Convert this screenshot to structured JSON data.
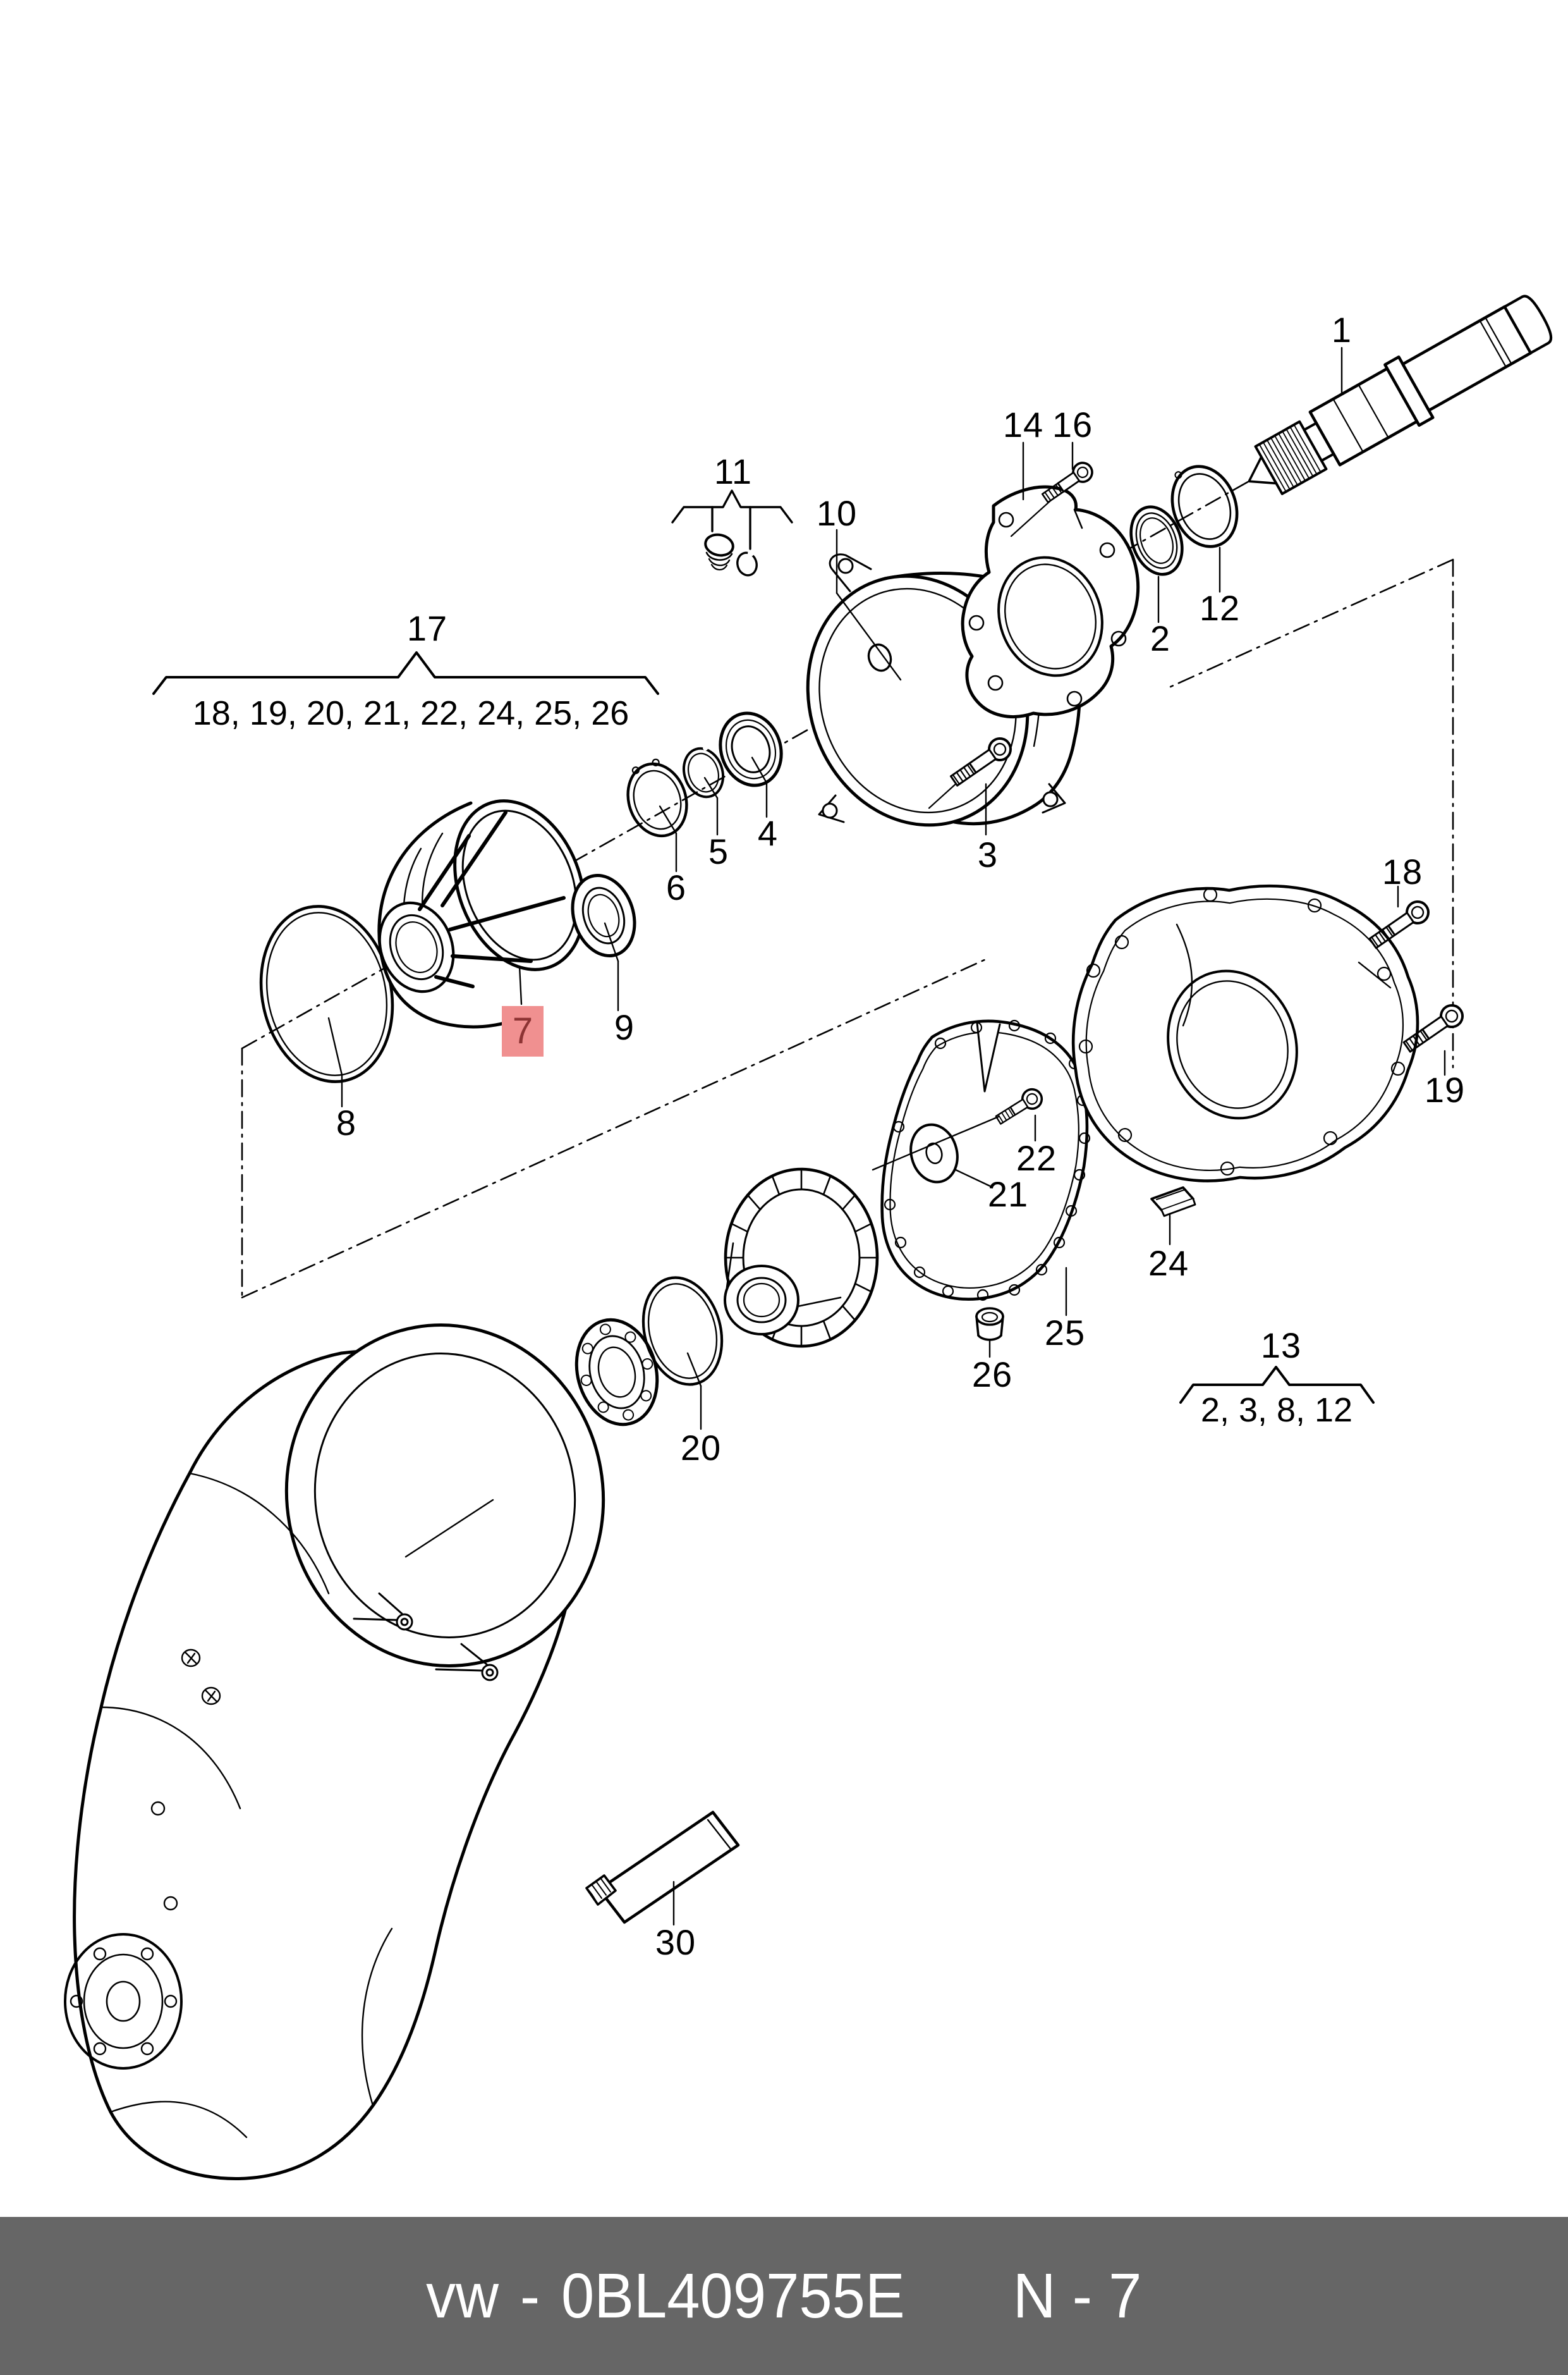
{
  "colors": {
    "line": "#000000",
    "background": "#ffffff",
    "highlight_box": "#f09090",
    "highlight_text": "#8c3333",
    "footer_bg": "#666666",
    "footer_text": "#ffffff"
  },
  "callouts": {
    "c1": "1",
    "c2": "2",
    "c3": "3",
    "c4": "4",
    "c5": "5",
    "c6": "6",
    "c7": "7",
    "c8": "8",
    "c9": "9",
    "c10": "10",
    "c11": "11",
    "c12": "12",
    "c13": "13",
    "c14": "14",
    "c16": "16",
    "c17": "17",
    "c18": "18",
    "c19": "19",
    "c20": "20",
    "c21": "21",
    "c22": "22",
    "c24": "24",
    "c25": "25",
    "c26": "26",
    "c30": "30"
  },
  "highlighted_callout": "7",
  "groups": {
    "g17": {
      "label": "17",
      "items": "18, 19, 20, 21, 22, 24, 25, 26"
    },
    "g13": {
      "label": "13",
      "items": "2, 3, 8, 12"
    },
    "g11": {
      "label": "11"
    }
  },
  "footer": {
    "brand": "vw",
    "separator": "-",
    "part_number": "0BL409755E",
    "page_code": "N - 7"
  }
}
